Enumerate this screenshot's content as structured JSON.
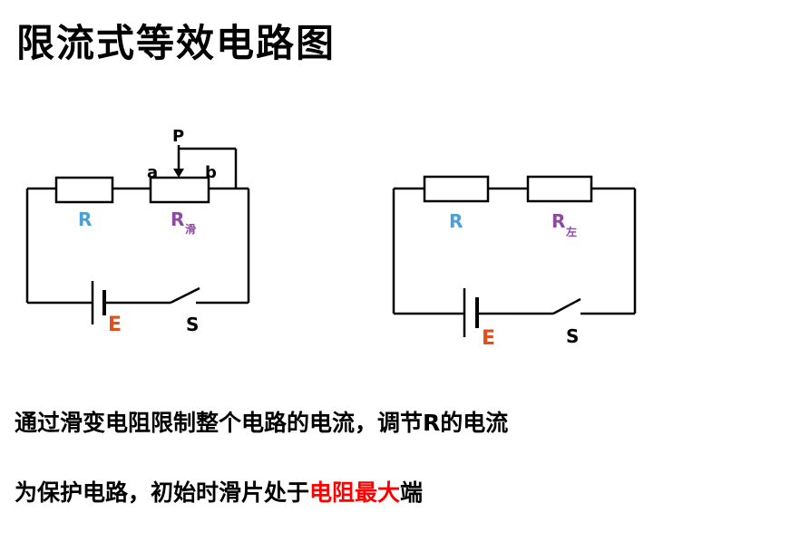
{
  "title": "限流式等效电路图",
  "colors": {
    "resistor_R": "#4aa0d8",
    "rheostat": "#8c4aa0",
    "battery": "#e0501a",
    "highlight": "#ff0000"
  },
  "left_circuit": {
    "slider_label": "P",
    "end_a": "a",
    "end_b": "b",
    "resistor_label": "R",
    "rheostat_label": "R",
    "rheostat_sub": "滑",
    "battery_label": "E",
    "switch_label": "S"
  },
  "right_circuit": {
    "resistor_label": "R",
    "rheostat_label": "R",
    "rheostat_sub": "左",
    "battery_label": "E",
    "switch_label": "S"
  },
  "text": {
    "line1": "通过滑变电阻限制整个电路的电流，调节R的电流",
    "line2_prefix": "为保护电路，初始时滑片处于",
    "line2_highlight": "电阻最大",
    "line2_suffix": "端"
  }
}
